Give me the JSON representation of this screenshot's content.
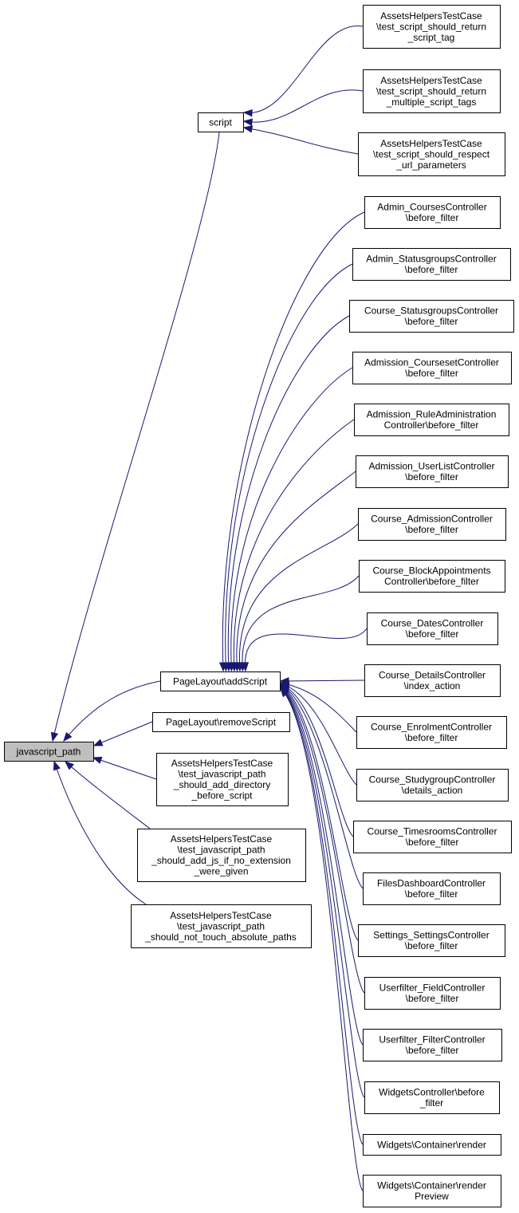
{
  "root": "javascript_path",
  "nodes": {
    "javascript_path": [
      "javascript_path"
    ],
    "script": [
      "script"
    ],
    "page_layout_add_script": [
      "PageLayout\\addScript"
    ],
    "page_layout_remove_script": [
      "PageLayout\\removeScript"
    ],
    "test_javascript_path_directory": [
      "AssetsHelpersTestCase",
      "\\test_javascript_path",
      "_should_add_directory",
      "_before_script"
    ],
    "test_javascript_path_js_ext": [
      "AssetsHelpersTestCase",
      "\\test_javascript_path",
      "_should_add_js_if_no_extension",
      "_were_given"
    ],
    "test_javascript_path_absolute": [
      "AssetsHelpersTestCase",
      "\\test_javascript_path",
      "_should_not_touch_absolute_paths"
    ],
    "test_script_tag": [
      "AssetsHelpersTestCase",
      "\\test_script_should_return",
      "_script_tag"
    ],
    "test_script_multiple": [
      "AssetsHelpersTestCase",
      "\\test_script_should_return",
      "_multiple_script_tags"
    ],
    "test_script_url": [
      "AssetsHelpersTestCase",
      "\\test_script_should_respect",
      "_url_parameters"
    ],
    "admin_courses": [
      "Admin_CoursesController",
      "\\before_filter"
    ],
    "admin_statusgroups": [
      "Admin_StatusgroupsController",
      "\\before_filter"
    ],
    "course_statusgroups": [
      "Course_StatusgroupsController",
      "\\before_filter"
    ],
    "admission_courseset": [
      "Admission_CoursesetController",
      "\\before_filter"
    ],
    "admission_ruleadmin": [
      "Admission_RuleAdministration",
      "Controller\\before_filter"
    ],
    "admission_userlist": [
      "Admission_UserListController",
      "\\before_filter"
    ],
    "course_admission": [
      "Course_AdmissionController",
      "\\before_filter"
    ],
    "course_blockappointments": [
      "Course_BlockAppointments",
      "Controller\\before_filter"
    ],
    "course_dates": [
      "Course_DatesController",
      "\\before_filter"
    ],
    "course_details": [
      "Course_DetailsController",
      "\\index_action"
    ],
    "course_enrolment": [
      "Course_EnrolmentController",
      "\\before_filter"
    ],
    "course_studygroup": [
      "Course_StudygroupController",
      "\\details_action"
    ],
    "course_timesrooms": [
      "Course_TimesroomsController",
      "\\before_filter"
    ],
    "files_dashboard": [
      "FilesDashboardController",
      "\\before_filter"
    ],
    "settings_settings": [
      "Settings_SettingsController",
      "\\before_filter"
    ],
    "userfilter_field": [
      "Userfilter_FieldController",
      "\\before_filter"
    ],
    "userfilter_filter": [
      "Userfilter_FilterController",
      "\\before_filter"
    ],
    "widgets_controller": [
      "WidgetsController\\before",
      "_filter"
    ],
    "widgets_container_render": [
      "Widgets\\Container\\render"
    ],
    "widgets_container_preview": [
      "Widgets\\Container\\render",
      "Preview"
    ]
  },
  "edges": [
    [
      "script",
      "javascript_path"
    ],
    [
      "page_layout_add_script",
      "javascript_path"
    ],
    [
      "page_layout_remove_script",
      "javascript_path"
    ],
    [
      "test_javascript_path_directory",
      "javascript_path"
    ],
    [
      "test_javascript_path_js_ext",
      "javascript_path"
    ],
    [
      "test_javascript_path_absolute",
      "javascript_path"
    ],
    [
      "test_script_tag",
      "script"
    ],
    [
      "test_script_multiple",
      "script"
    ],
    [
      "test_script_url",
      "script"
    ],
    [
      "admin_courses",
      "page_layout_add_script"
    ],
    [
      "admin_statusgroups",
      "page_layout_add_script"
    ],
    [
      "course_statusgroups",
      "page_layout_add_script"
    ],
    [
      "admission_courseset",
      "page_layout_add_script"
    ],
    [
      "admission_ruleadmin",
      "page_layout_add_script"
    ],
    [
      "admission_userlist",
      "page_layout_add_script"
    ],
    [
      "course_admission",
      "page_layout_add_script"
    ],
    [
      "course_blockappointments",
      "page_layout_add_script"
    ],
    [
      "course_dates",
      "page_layout_add_script"
    ],
    [
      "course_details",
      "page_layout_add_script"
    ],
    [
      "course_enrolment",
      "page_layout_add_script"
    ],
    [
      "course_studygroup",
      "page_layout_add_script"
    ],
    [
      "course_timesrooms",
      "page_layout_add_script"
    ],
    [
      "files_dashboard",
      "page_layout_add_script"
    ],
    [
      "settings_settings",
      "page_layout_add_script"
    ],
    [
      "userfilter_field",
      "page_layout_add_script"
    ],
    [
      "userfilter_filter",
      "page_layout_add_script"
    ],
    [
      "widgets_controller",
      "page_layout_add_script"
    ],
    [
      "widgets_container_render",
      "page_layout_add_script"
    ],
    [
      "widgets_container_preview",
      "page_layout_add_script"
    ]
  ]
}
